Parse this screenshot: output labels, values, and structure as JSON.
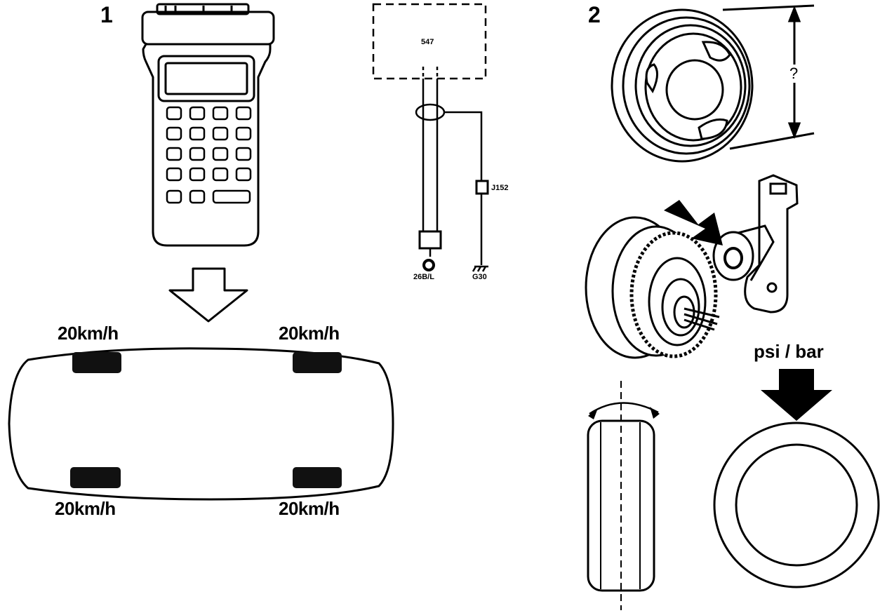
{
  "steps": {
    "step1": "1",
    "step2": "2"
  },
  "wheel_speeds": {
    "front_left": "20km/h",
    "front_right": "20km/h",
    "rear_left": "20km/h",
    "rear_right": "20km/h"
  },
  "wiring": {
    "module": "547",
    "junction": "J152",
    "connector": "26B/L",
    "ground": "G30"
  },
  "wheel_size_label": "?",
  "pressure_label": "psi / bar"
}
